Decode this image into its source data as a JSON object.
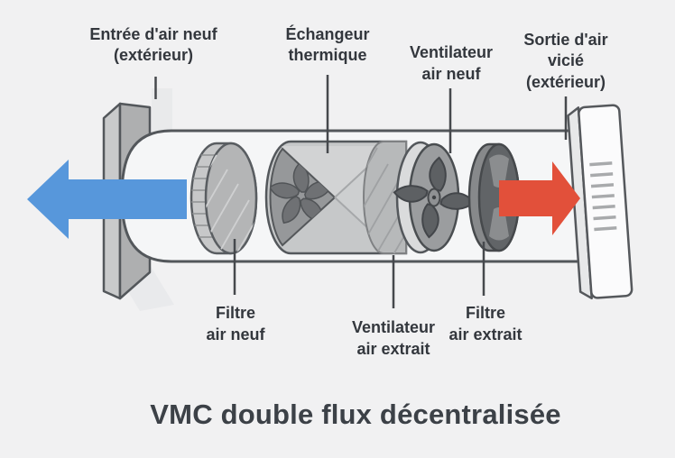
{
  "title": "VMC double flux décentralisée",
  "labels": {
    "entree_air_neuf": {
      "line1": "Entrée d'air neuf",
      "line2": "(extérieur)"
    },
    "echangeur_thermique": {
      "line1": "Échangeur",
      "line2": "thermique"
    },
    "ventilateur_air_neuf": {
      "line1": "Ventilateur",
      "line2": "air neuf"
    },
    "sortie_air_vicie": {
      "line1": "Sortie d'air",
      "line2": "vicié",
      "line3": "(extérieur)"
    },
    "filtre_air_neuf": {
      "line1": "Filtre",
      "line2": "air neuf"
    },
    "ventilateur_air_extrait": {
      "line1": "Ventilateur",
      "line2": "air extrait"
    },
    "filtre_air_extrait": {
      "line1": "Filtre",
      "line2": "air extrait"
    }
  },
  "icons": {
    "fresh_air_flow": "left-arrow",
    "stale_air_flow": "right-arrow"
  },
  "colors": {
    "background": "#f1f1f2",
    "fresh_air_arrow": "#5797db",
    "stale_air_arrow": "#e2503a",
    "label_text": "#33373d",
    "title_text": "#3c4147",
    "leader_line": "#46494d"
  }
}
